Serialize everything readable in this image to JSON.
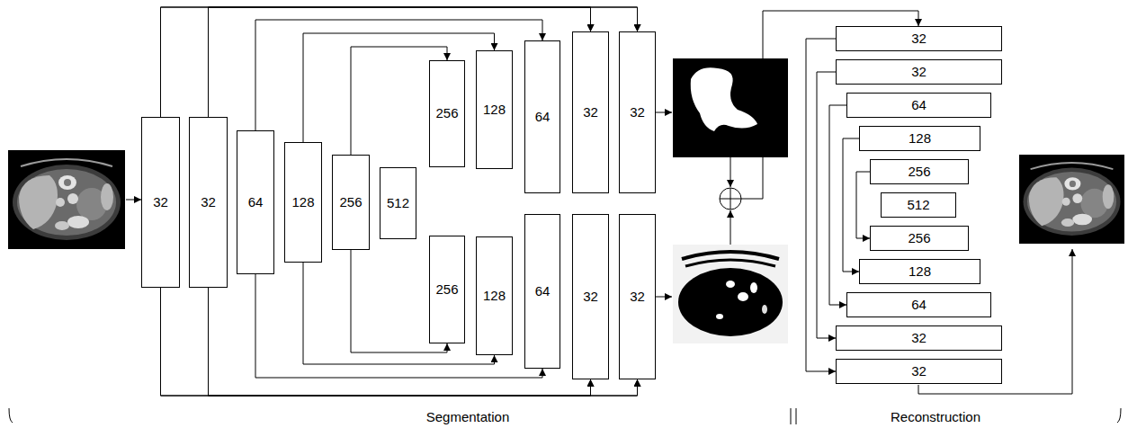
{
  "diagram": {
    "nodes": [
      {
        "text": [
          "32"
        ]
      },
      {
        "text": [
          "32"
        ]
      },
      {
        "text": [
          "64"
        ]
      },
      {
        "text": [
          "128"
        ]
      },
      {
        "text": [
          "256"
        ]
      },
      {
        "text": [
          "512"
        ]
      },
      {
        "text": [
          "256"
        ]
      },
      {
        "text": [
          "128"
        ]
      },
      {
        "text": [
          "64"
        ]
      },
      {
        "text": [
          "32"
        ]
      },
      {
        "text": [
          "32"
        ]
      },
      {
        "text": [
          "256"
        ]
      },
      {
        "text": [
          "128"
        ]
      },
      {
        "text": [
          "64"
        ]
      },
      {
        "text": [
          "32"
        ]
      },
      {
        "text": [
          "32"
        ]
      },
      {
        "text": [
          "32"
        ]
      },
      {
        "text": [
          "32"
        ]
      },
      {
        "text": [
          "64"
        ]
      },
      {
        "text": [
          "128"
        ]
      },
      {
        "text": [
          "256"
        ]
      },
      {
        "text": [
          "512"
        ]
      },
      {
        "text": [
          "256"
        ]
      },
      {
        "text": [
          "128"
        ]
      },
      {
        "text": [
          "64"
        ]
      },
      {
        "text": [
          "32"
        ]
      },
      {
        "text": [
          "32"
        ]
      }
    ],
    "edges": [
      {
        "from": 0,
        "to": 9,
        "arrow": "to"
      },
      {
        "from": 0,
        "to": 10,
        "arrow": "to"
      },
      {
        "from": 1,
        "to": 9,
        "arrow": "to"
      },
      {
        "from": 1,
        "to": 10,
        "arrow": "to"
      },
      {
        "from": 2,
        "to": 8,
        "arrow": "to"
      },
      {
        "from": 3,
        "to": 7,
        "arrow": "to"
      },
      {
        "from": 4,
        "to": 6,
        "arrow": "to"
      },
      {
        "from": 0,
        "to": 14,
        "arrow": "to"
      },
      {
        "from": 0,
        "to": 15,
        "arrow": "to"
      },
      {
        "from": 1,
        "to": 14,
        "arrow": "to"
      },
      {
        "from": 1,
        "to": 15,
        "arrow": "to"
      },
      {
        "from": 2,
        "to": 13,
        "arrow": "to"
      },
      {
        "from": 3,
        "to": 12,
        "arrow": "to"
      },
      {
        "from": 4,
        "to": 11,
        "arrow": "to"
      },
      {
        "from": 16,
        "to": 26,
        "arrow": "to"
      },
      {
        "from": 17,
        "to": 25,
        "arrow": "to"
      },
      {
        "from": 18,
        "to": 24,
        "arrow": "to"
      },
      {
        "from": 19,
        "to": 23,
        "arrow": "to"
      },
      {
        "from": 20,
        "to": 22,
        "arrow": "to"
      }
    ],
    "labels": [
      "Segmentation",
      "Reconstruction"
    ]
  }
}
